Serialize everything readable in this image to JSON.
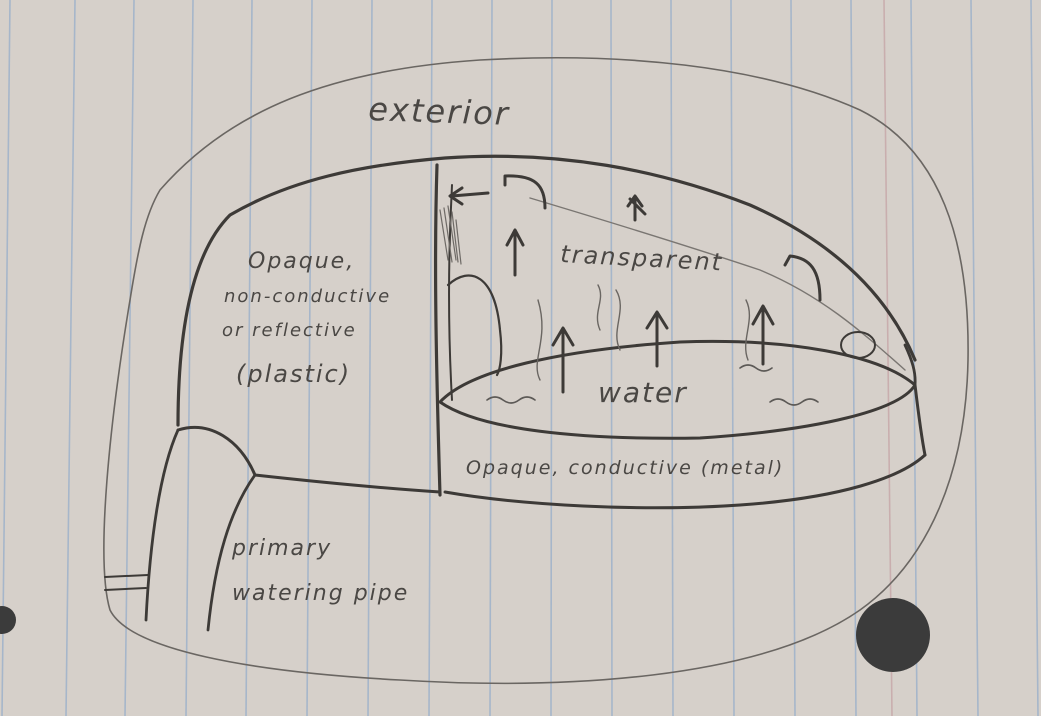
{
  "labels": {
    "exterior": "exterior",
    "plastic_line1": "Opaque,",
    "plastic_line2": "non-conductive",
    "plastic_line3": "or reflective",
    "plastic_line4": "(plastic)",
    "transparent": "transparent",
    "water": "water",
    "metal": "Opaque, conductive (metal)",
    "pipe_line1": "primary",
    "pipe_line2": "watering pipe"
  },
  "colors": {
    "paper": "#d4cec8",
    "pencil": "#3f3c39",
    "rule_lines": "#9fb3cc",
    "margin_line": "#c9a7a9",
    "punch_hole": "#3a3a3a"
  }
}
